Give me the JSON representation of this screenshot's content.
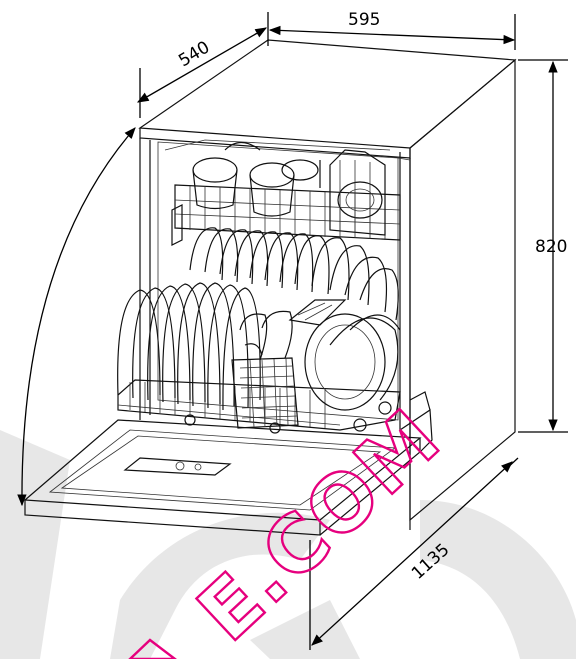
{
  "dimensions": {
    "width": "595",
    "depth": "540",
    "height": "820",
    "door_open_depth": "1135"
  },
  "watermark": {
    "text": "E.COM",
    "color": "#e6007e"
  },
  "background_logo_color": "#e3e3e3"
}
